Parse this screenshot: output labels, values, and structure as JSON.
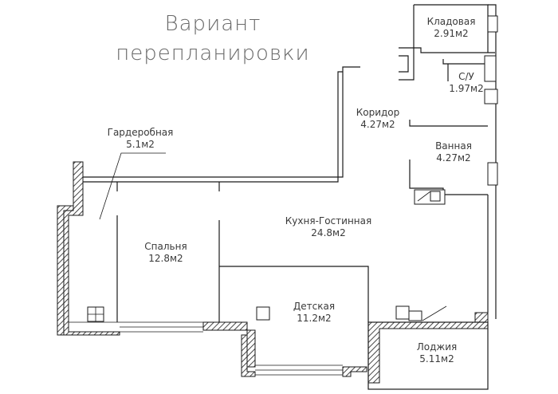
{
  "title": {
    "line1": "Вариант",
    "line2": "перепланировки"
  },
  "rooms": {
    "pantry": {
      "name": "Кладовая",
      "area": "2.91м2"
    },
    "wc": {
      "name": "С/У",
      "area": "1.97м2"
    },
    "corridor": {
      "name": "Коридор",
      "area": "4.27м2"
    },
    "bathroom": {
      "name": "Ванная",
      "area": "4.27м2"
    },
    "wardrobe": {
      "name": "Гардеробная",
      "area": "5.1м2"
    },
    "kitchen_living": {
      "name": "Кухня-Гостинная",
      "area": "24.8м2"
    },
    "bedroom": {
      "name": "Спальня",
      "area": "12.8м2"
    },
    "kids_room": {
      "name": "Детская",
      "area": "11.2м2"
    },
    "loggia": {
      "name": "Лоджия",
      "area": "5.11м2"
    }
  }
}
